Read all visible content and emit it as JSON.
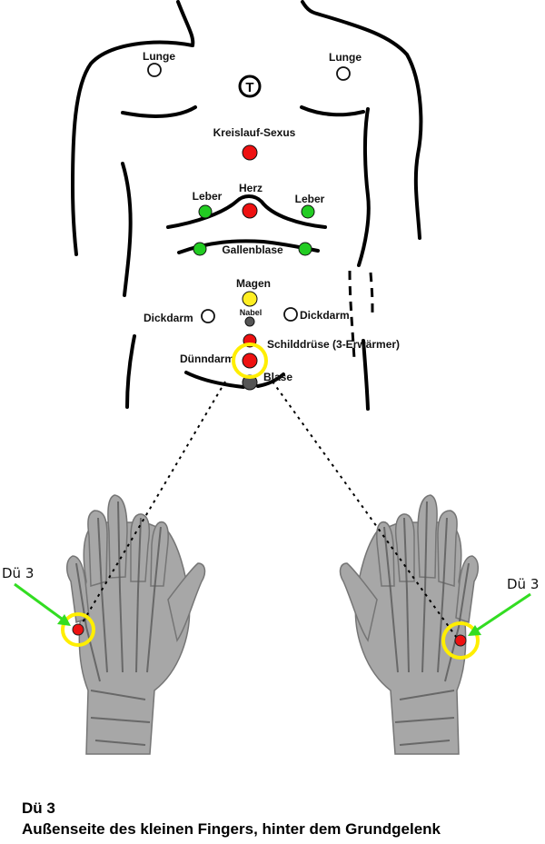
{
  "colors": {
    "red": "#ee1111",
    "green": "#22cc22",
    "yellow": "#ffee22",
    "gray": "#555555",
    "highlight": "#ffee00",
    "arrow": "#33dd22",
    "outline": "#000000"
  },
  "torso": {
    "points": [
      {
        "key": "lunge_left",
        "label": "Lunge",
        "color": "white"
      },
      {
        "key": "lunge_right",
        "label": "Lunge",
        "color": "white"
      },
      {
        "key": "kreislauf_sexus",
        "label": "Kreislauf-Sexus",
        "color": "red"
      },
      {
        "key": "herz",
        "label": "Herz",
        "color": "red"
      },
      {
        "key": "leber_left",
        "label": "Leber",
        "color": "green"
      },
      {
        "key": "leber_right",
        "label": "Leber",
        "color": "green"
      },
      {
        "key": "gallenblase_left",
        "label": "",
        "color": "green"
      },
      {
        "key": "gallenblase_right",
        "label": "Gallenblase",
        "color": "green"
      },
      {
        "key": "magen",
        "label": "Magen",
        "color": "yellow"
      },
      {
        "key": "nabel",
        "label": "Nabel",
        "color": "gray"
      },
      {
        "key": "dickdarm_left",
        "label": "Dickdarm",
        "color": "white"
      },
      {
        "key": "dickdarm_right",
        "label": "Dickdarm",
        "color": "white"
      },
      {
        "key": "schilddruese",
        "label": "Schilddrüse (3-Erwärmer)",
        "color": "red"
      },
      {
        "key": "duenndarm",
        "label": "Dünndarm",
        "color": "red"
      },
      {
        "key": "blase",
        "label": "Blase",
        "color": "gray"
      }
    ],
    "center_symbol": "T",
    "highlighted_point": "duenndarm"
  },
  "hands": {
    "left_label": "Dü 3",
    "right_label": "Dü 3"
  },
  "caption": {
    "title": "Dü 3",
    "text": "Außenseite des kleinen Fingers, hinter dem Grundgelenk"
  }
}
